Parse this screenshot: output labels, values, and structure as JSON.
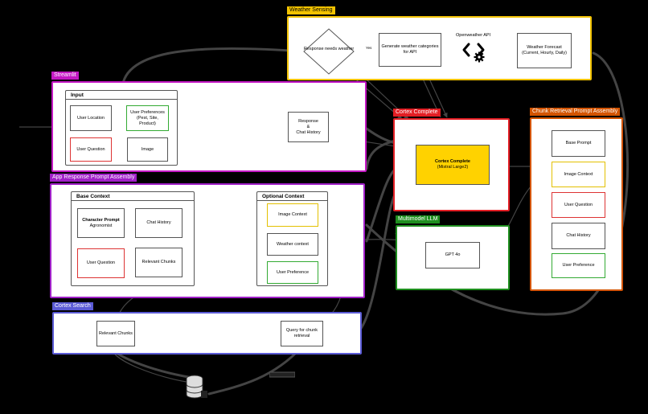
{
  "colors": {
    "weather": "#f3c300",
    "streamlit": "#c418c4",
    "app_prompt": "#a020c8",
    "cortex_complete": "#e31e24",
    "chunk_retrieval": "#d35400",
    "multimodel": "#1f8f1f",
    "cortex_search": "#5b5bd6"
  },
  "weather_sensing": {
    "title": "Weather Sensing",
    "decision": "Response needs weather",
    "yes_label": "Yes",
    "generate_box": "Generate weather categories for API",
    "api_label": "Openweather API",
    "forecast_box": "Weather Forecast (Current, Hourly, Daily)"
  },
  "streamlit": {
    "title": "Streamlit",
    "input_title": "Input",
    "user_location": "User Location",
    "user_preferences": "User Preferences (Pest, Site, Product)",
    "user_question": "User Question",
    "image": "Image",
    "response_line1": "Response",
    "response_line2": "&",
    "response_line3": "Chat History"
  },
  "app_prompt": {
    "title": "App Response Prompt Assembly",
    "base_title": "Base Context",
    "character_prompt": "Character Prompt",
    "character_sub": "Agronomist",
    "chat_history": "Chat History",
    "user_question": "User Question",
    "relevant_chunks": "Relevant Chunks",
    "optional_title": "Optional Context",
    "image_context": "Image Context",
    "weather_context": "Weather context",
    "user_preference": "User Preference"
  },
  "cortex_complete": {
    "title": "Cortex Complete",
    "model_title": "Cortex Complete",
    "model_sub": "(Mistral Large2)"
  },
  "chunk_retrieval": {
    "title": "Chunk Retrieval Prompt Assembly",
    "base_prompt": "Base Prompt",
    "image_context": "Image Context",
    "user_question": "User Question",
    "chat_history": "Chat History",
    "user_preference": "User Preference"
  },
  "multimodel": {
    "title": "Multimodel LLM",
    "gpt": "GPT 4o"
  },
  "cortex_search": {
    "title": "Cortex Search",
    "relevant_chunks": "Relevant Chunks",
    "query_box": "Query for chunk retrieval"
  }
}
